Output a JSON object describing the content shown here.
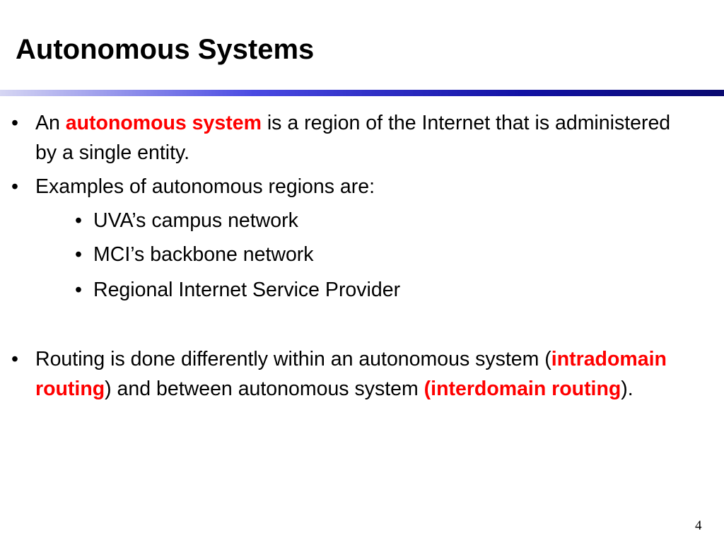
{
  "slide": {
    "title": "Autonomous Systems",
    "page_number": "4",
    "bullet_glyph": "•",
    "colors": {
      "highlight": "#ff0000",
      "text": "#000000",
      "rule_dark": "#0a0a70",
      "rule_light": "#d6d6f3"
    },
    "bullets": [
      {
        "pre": "An ",
        "highlight": "autonomous system",
        "post": " is a region of the Internet that is administered by a single entity."
      },
      {
        "text": "Examples of autonomous regions are:",
        "sub_items": [
          "UVA’s campus network",
          "MCI’s backbone network",
          "Regional Internet Service Provider"
        ]
      },
      {
        "pre": "Routing is done differently within an autonomous system (",
        "highlight_1": "intradomain routing",
        "mid": ") and between autonomous system ",
        "highlight_2": "(interdomain routing",
        "post": ")."
      }
    ]
  }
}
